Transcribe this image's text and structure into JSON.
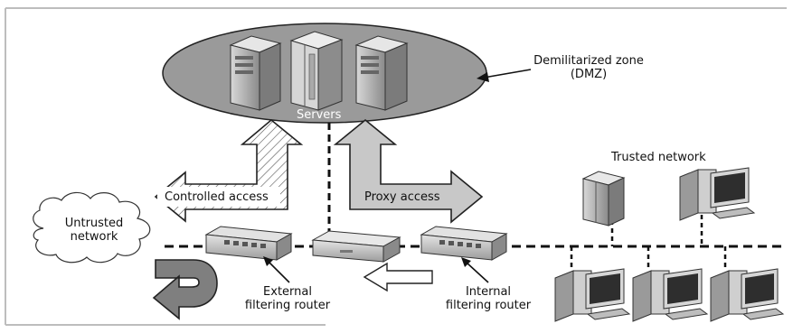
{
  "diagram": {
    "servers_label": "Servers",
    "dmz_label_line1": "Demilitarized zone",
    "dmz_label_line2": "(DMZ)",
    "trusted_network_label": "Trusted network",
    "untrusted_line1": "Untrusted",
    "untrusted_line2": "network",
    "controlled_access_label": "Controlled access",
    "proxy_access_label": "Proxy access",
    "external_router_line1": "External",
    "external_router_line2": "filtering router",
    "internal_router_line1": "Internal",
    "internal_router_line2": "filtering router",
    "colors": {
      "dmz_fill": "#9a9a9a",
      "arrow_fill": "#c8c8c8",
      "uturn_fill": "#7f7f7f",
      "server_face": "#b5b5b5",
      "router_body": "#bdbdbd"
    },
    "icons": [
      "server-tower-icon",
      "router-icon",
      "proxy-router-icon",
      "desktop-computer-icon",
      "cloud-icon",
      "uturn-arrow-icon"
    ]
  }
}
